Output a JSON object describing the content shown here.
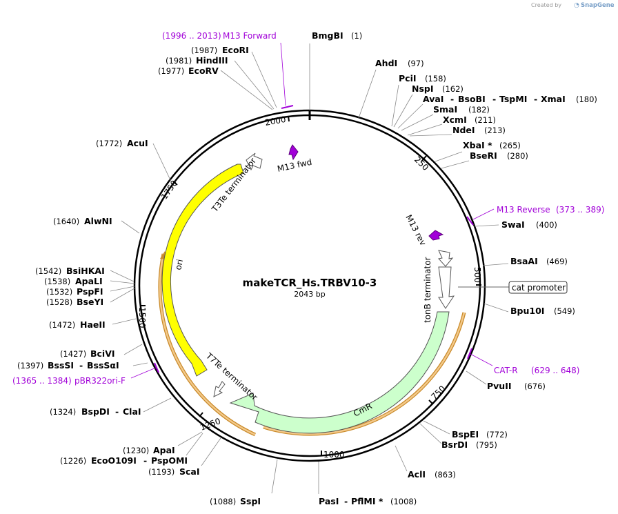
{
  "credit": {
    "created_by": "Created by",
    "brand": "SnapGene"
  },
  "plasmid": {
    "name": "makeTCR_Hs.TRBV10-3",
    "size_label": "2043 bp"
  },
  "ticks": [
    "250",
    "500",
    "750",
    "1000",
    "1250",
    "1500",
    "1750",
    "2000"
  ],
  "sites": [
    {
      "name": "BmgBI",
      "pos": "(1)"
    },
    {
      "name": "AhdI",
      "pos": "(97)"
    },
    {
      "name": "PciI",
      "pos": "(158)"
    },
    {
      "name": "NspI",
      "pos": "(162)"
    },
    {
      "name": "AvaI",
      "pos": ""
    },
    {
      "name": "BsoBI",
      "pos": ""
    },
    {
      "name": "TspMI",
      "pos": ""
    },
    {
      "name": "XmaI",
      "pos": "(180)"
    },
    {
      "name": "SmaI",
      "pos": "(182)"
    },
    {
      "name": "XcmI",
      "pos": "(211)"
    },
    {
      "name": "NdeI",
      "pos": "(213)"
    },
    {
      "name": "XbaI *",
      "pos": "(265)"
    },
    {
      "name": "BseRI",
      "pos": "(280)"
    },
    {
      "name": "SwaI",
      "pos": "(400)"
    },
    {
      "name": "BsaAI",
      "pos": "(469)"
    },
    {
      "name": "Bpu10I",
      "pos": "(549)"
    },
    {
      "name": "PvuII",
      "pos": "(676)"
    },
    {
      "name": "BspEI",
      "pos": "(772)"
    },
    {
      "name": "BsrDI",
      "pos": "(795)"
    },
    {
      "name": "AclI",
      "pos": "(863)"
    },
    {
      "name": "PasI",
      "pos": ""
    },
    {
      "name": "PflMI *",
      "pos": "(1008)"
    },
    {
      "name": "SspI",
      "pos": "(1088)"
    },
    {
      "name": "ScaI",
      "pos": "(1193)"
    },
    {
      "name": "EcoO109I",
      "pos": "(1226)"
    },
    {
      "name": "PspOMI",
      "pos": ""
    },
    {
      "name": "ApaI",
      "pos": "(1230)"
    },
    {
      "name": "BspDI",
      "pos": "(1324)"
    },
    {
      "name": "ClaI",
      "pos": ""
    },
    {
      "name": "BssSI",
      "pos": "(1397)"
    },
    {
      "name": "BssSαI",
      "pos": ""
    },
    {
      "name": "BciVI",
      "pos": "(1427)"
    },
    {
      "name": "HaeII",
      "pos": "(1472)"
    },
    {
      "name": "BseYI",
      "pos": "(1528)"
    },
    {
      "name": "PspFI",
      "pos": "(1532)"
    },
    {
      "name": "ApaLI",
      "pos": "(1538)"
    },
    {
      "name": "BsiHKAI",
      "pos": "(1542)"
    },
    {
      "name": "AlwNI",
      "pos": "(1640)"
    },
    {
      "name": "AcuI",
      "pos": "(1772)"
    },
    {
      "name": "EcoRV",
      "pos": "(1977)"
    },
    {
      "name": "HindIII",
      "pos": "(1981)"
    },
    {
      "name": "EcoRI",
      "pos": "(1987)"
    }
  ],
  "primers": [
    {
      "name": "M13 Forward",
      "range": "(1996 .. 2013)"
    },
    {
      "name": "M13 Reverse",
      "range": "(373 .. 389)"
    },
    {
      "name": "CAT-R",
      "range": "(629 .. 648)"
    },
    {
      "name": "pBR322ori-F",
      "range": "(1365 .. 1384)"
    }
  ],
  "features": {
    "m13_fwd": "M13 fwd",
    "m13_rev": "M13 rev",
    "t3te": "T3Te terminator",
    "tonb": "tonB terminator",
    "cat_promoter": "cat promoter",
    "cmr": "CmR",
    "t7te": "T7Te terminator",
    "ori": "ori"
  },
  "colors": {
    "primer": "#a100d8",
    "ori": "#ffff00",
    "cmr": "#ccffcc",
    "orf_outline": "#c98a2a",
    "orf_fill": "#f3c98a"
  }
}
